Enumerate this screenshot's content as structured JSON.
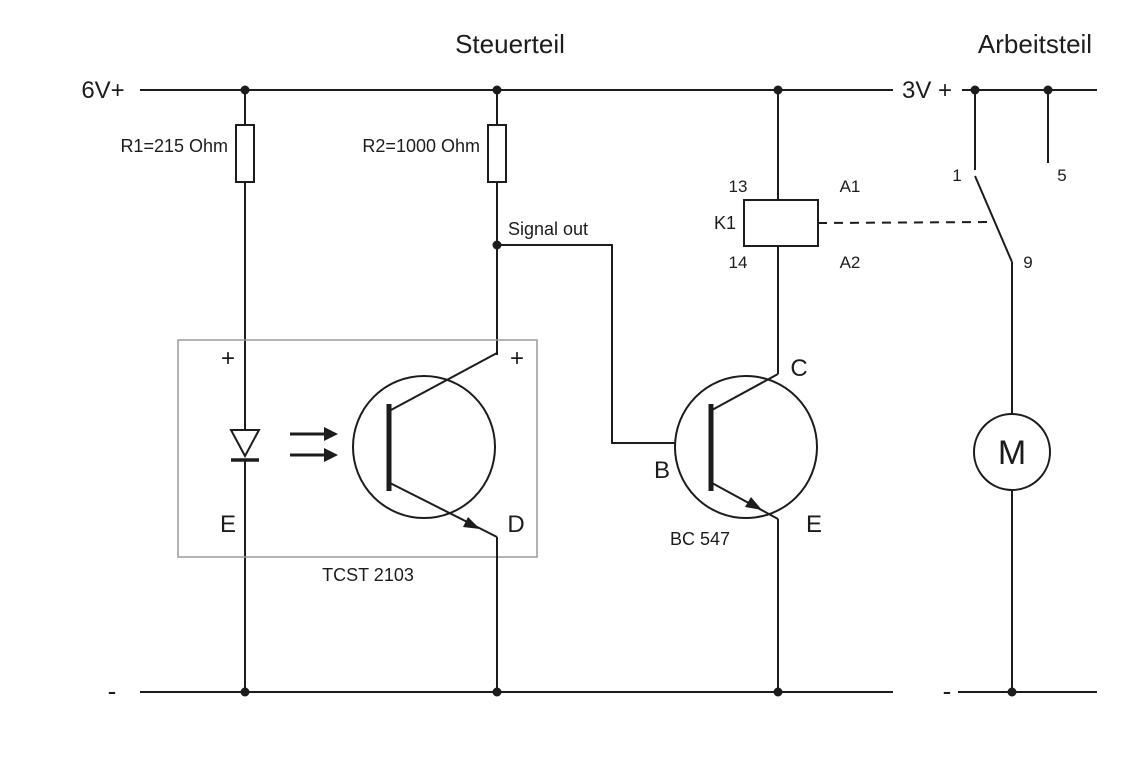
{
  "titles": {
    "control": "Steuerteil",
    "work": "Arbeitsteil"
  },
  "rails": {
    "v6": "6V+",
    "v3": "3V +",
    "minus_control": "-",
    "minus_work": "-"
  },
  "r1": {
    "label": "R1=215 Ohm"
  },
  "r2": {
    "label": "R2=1000 Ohm"
  },
  "signal": {
    "label": "Signal out"
  },
  "relay": {
    "name": "K1",
    "pin13": "13",
    "pinA1": "A1",
    "pin14": "14",
    "pinA2": "A2"
  },
  "opto": {
    "name": "TCST 2103",
    "led_plus": "+",
    "led_e": "E",
    "col_plus": "+",
    "det_d": "D"
  },
  "bc547": {
    "name": "BC 547",
    "b": "B",
    "c": "C",
    "e": "E"
  },
  "switch": {
    "pin1": "1",
    "pin5": "5",
    "pin9": "9"
  },
  "motor": {
    "label": "M"
  },
  "colors": {
    "line": "#1c1c1c",
    "frame": "#9a9a9a"
  }
}
